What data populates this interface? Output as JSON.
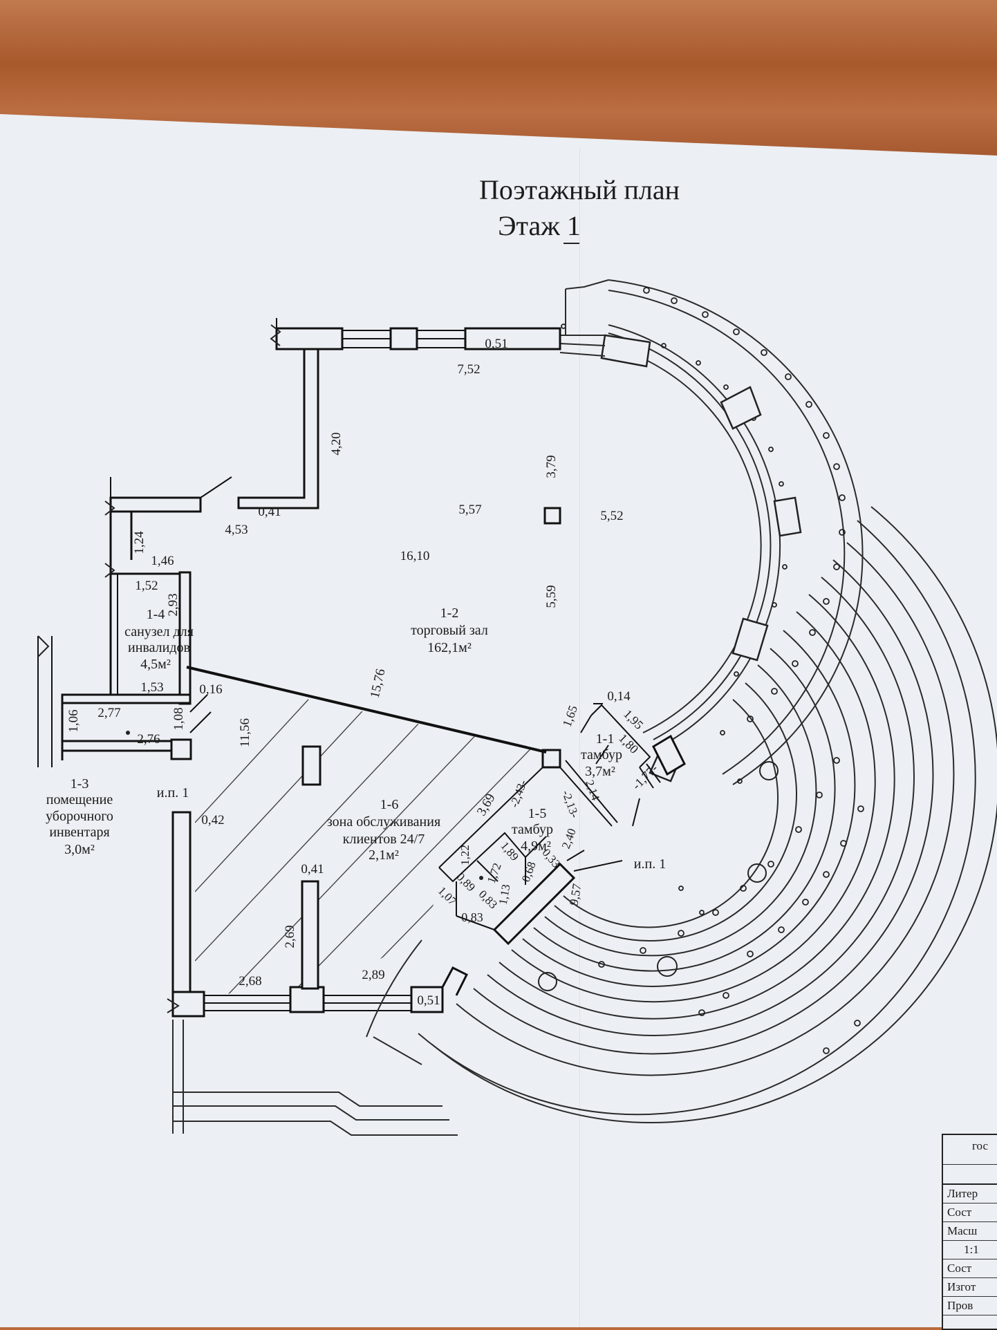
{
  "title": {
    "line1": "Поэтажный план",
    "line2": "Этаж 1"
  },
  "rooms": {
    "r12": {
      "id": "1-2",
      "name": "торговый зал",
      "area": "162,1м²"
    },
    "r14": {
      "id": "1-4",
      "name1": "санузел для",
      "name2": "инвалидов",
      "area": "4,5м²"
    },
    "r13": {
      "id": "1-3",
      "name1": "помещение",
      "name2": "уборочного",
      "name3": "инвентаря",
      "area": "3,0м²"
    },
    "r16": {
      "id": "1-6",
      "name1": "зона обслуживания",
      "name2": "клиентов 24/7",
      "area": "2,1м²"
    },
    "r15": {
      "id": "1-5",
      "name": "тамбур",
      "area": "4,9м²"
    },
    "r11": {
      "id": "1-1",
      "name": "тамбур",
      "area": "3,7м²"
    }
  },
  "labels": {
    "ip1a": "и.п. 1",
    "ip1b": "и.п. 1"
  },
  "dims": {
    "d051a": "0,51",
    "d752": "7,52",
    "d420": "4,20",
    "d379": "3,79",
    "d041a": "0,41",
    "d453": "4,53",
    "d557": "5,57",
    "d552": "5,52",
    "d1610": "16,10",
    "d124": "1,24",
    "d146": "1,46",
    "d152": "1,52",
    "d293": "2,93",
    "d559": "5,59",
    "d153": "1,53",
    "d016": "0,16",
    "d1576": "15,76",
    "d277": "2,77",
    "d106": "1,06",
    "d108": "1,08",
    "d276": "2,76",
    "d1156": "11,56",
    "d165": "1,65",
    "d014": "0,14",
    "d195": "1,95",
    "d180": "1,80",
    "d177": "-1,77-",
    "d214": "2,14",
    "d213": "-2,13-",
    "d243": "-2,43-",
    "d240": "2,40",
    "d369": "3,69",
    "d042": "0,42",
    "d041b": "0,41",
    "d122": "1,22",
    "d189": "1,89",
    "d172": "1,72",
    "d068": "0,68",
    "d033": "0,33",
    "d089": "0,89",
    "d083a": "0,83",
    "d113": "1,13",
    "d107": "1,07",
    "d083b": "0,83",
    "d957": "9,57",
    "d269": "2,69",
    "d268": "2,68",
    "d289": "2,89",
    "d051b": "0,51"
  },
  "stamp": {
    "top": "гос",
    "rows": [
      "Литер",
      "Сост",
      "Масш",
      "1:1",
      "Сост",
      "Изгот",
      "Пров"
    ]
  }
}
